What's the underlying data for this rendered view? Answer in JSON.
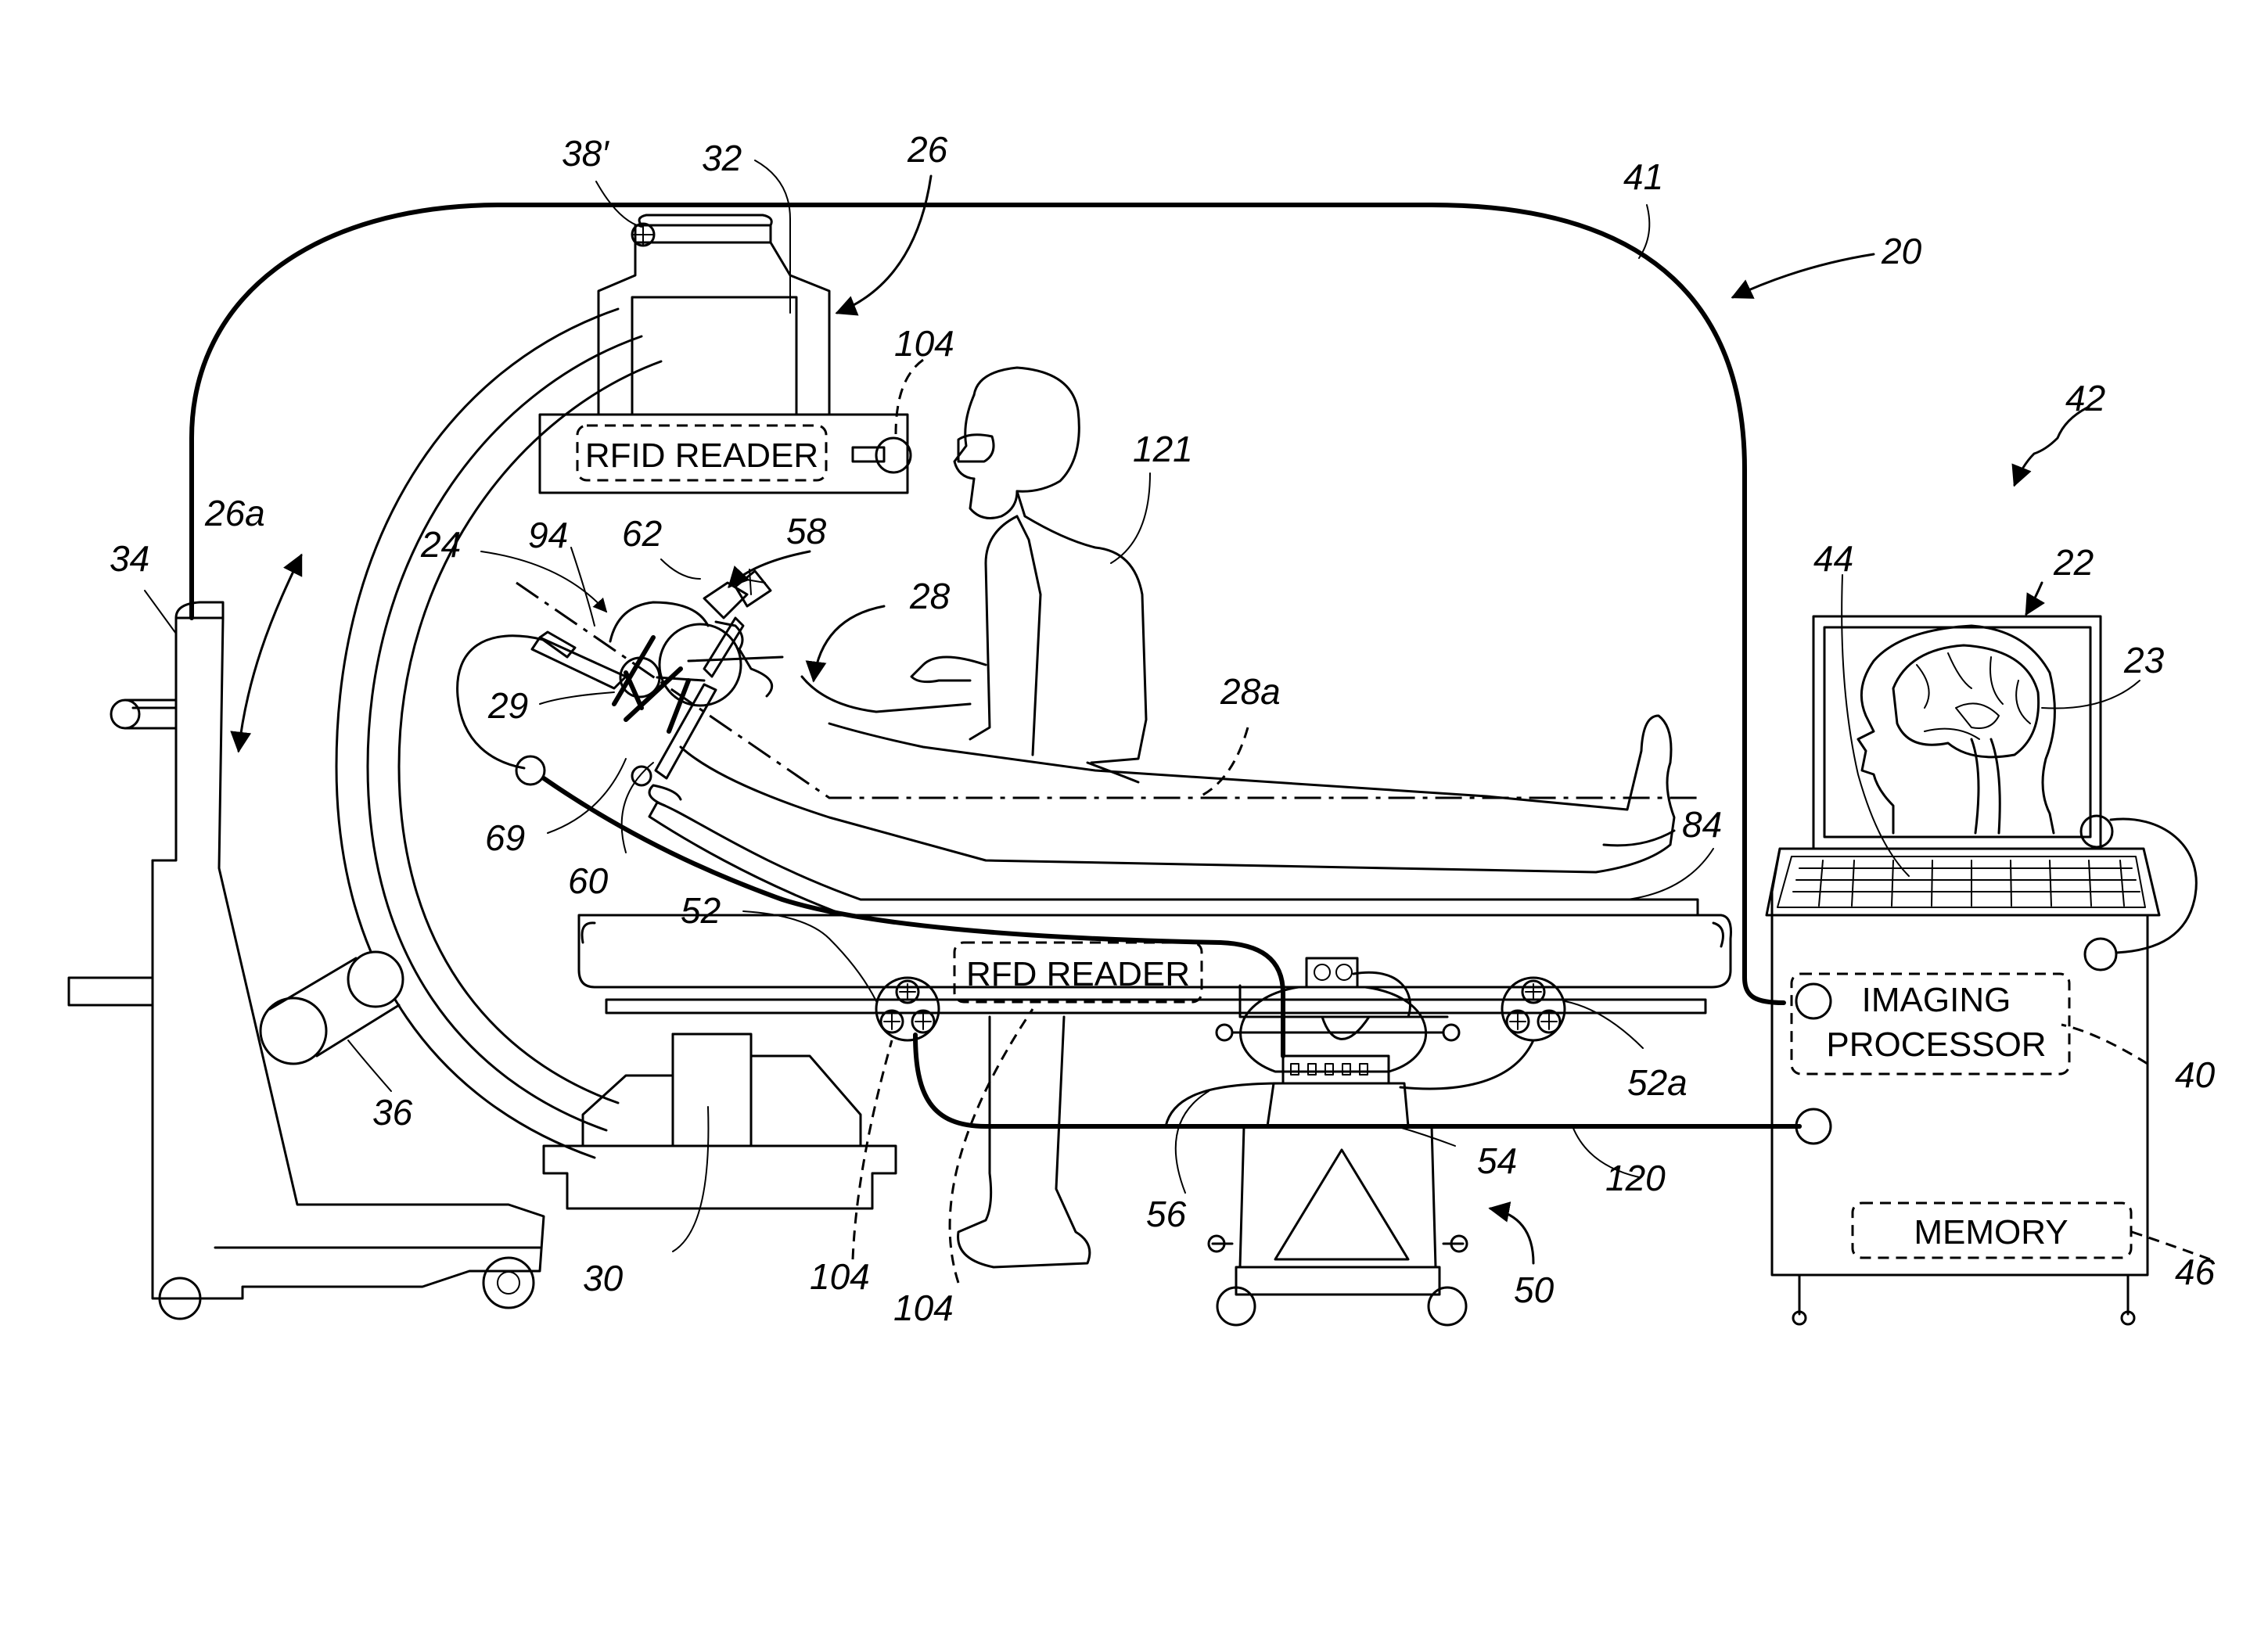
{
  "boxes": {
    "rfid_reader": "RFID READER",
    "rfd_reader": "RFD READER",
    "imaging": "IMAGING",
    "processor": "PROCESSOR",
    "memory": "MEMORY"
  },
  "refs": {
    "r38p": "38′",
    "r32": "32",
    "r26": "26",
    "r41": "41",
    "r20": "20",
    "r104a": "104",
    "r42": "42",
    "r121": "121",
    "r26a": "26a",
    "r34": "34",
    "r24": "24",
    "r94": "94",
    "r62": "62",
    "r58": "58",
    "r28": "28",
    "r44": "44",
    "r22": "22",
    "r23": "23",
    "r29": "29",
    "r28a": "28a",
    "r69": "69",
    "r60": "60",
    "r52": "52",
    "r84": "84",
    "r36": "36",
    "r52a": "52a",
    "r40": "40",
    "r54": "54",
    "r120": "120",
    "r56": "56",
    "r30": "30",
    "r104b": "104",
    "r104c": "104",
    "r50": "50",
    "r46": "46"
  }
}
